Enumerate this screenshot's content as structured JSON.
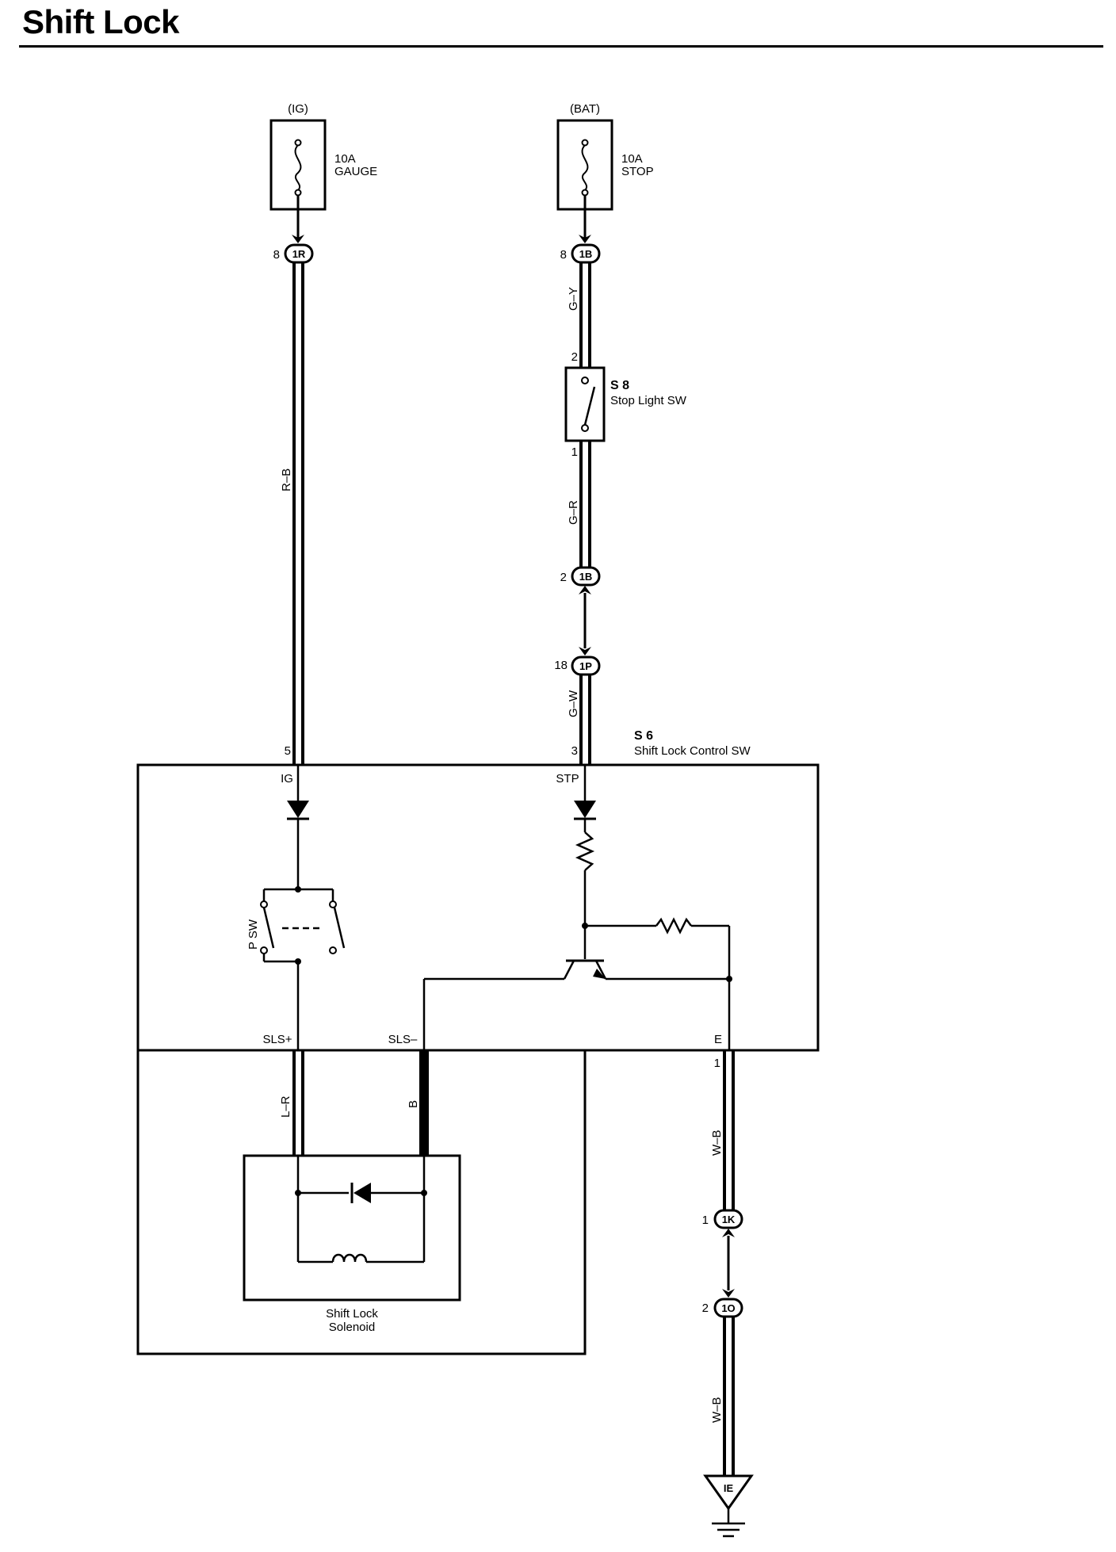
{
  "header": {
    "title": "Shift Lock"
  },
  "fuses": [
    {
      "supply": "(IG)",
      "rating": "10A",
      "name": "GAUGE"
    },
    {
      "supply": "(BAT)",
      "rating": "10A",
      "name": "STOP"
    }
  ],
  "connectors": [
    {
      "pin": "8",
      "code": "1R"
    },
    {
      "pin": "8",
      "code": "1B"
    },
    {
      "pin": "2",
      "code": "1B"
    },
    {
      "pin": "18",
      "code": "1P"
    },
    {
      "pin": "1",
      "code": "1K"
    },
    {
      "pin": "2",
      "code": "1O"
    }
  ],
  "wires": {
    "ig_feed": "R–B",
    "stop_feed": "G–Y",
    "stop_out": "G–R",
    "stp_in": "G–W",
    "sls_plus": "L–R",
    "sls_minus": "B",
    "ground_1": "W–B",
    "ground_2": "W–B"
  },
  "stop_switch": {
    "id": "S 8",
    "name": "Stop Light SW",
    "pin_top": "2",
    "pin_bottom": "1"
  },
  "control_switch": {
    "id": "S 6",
    "name": "Shift Lock Control SW",
    "pin_ig": "5",
    "pin_stp": "3",
    "pin_e": "1",
    "term_ig": "IG",
    "term_stp": "STP",
    "term_sls_plus": "SLS+",
    "term_sls_minus": "SLS–",
    "term_e": "E",
    "p_switch": "P SW"
  },
  "solenoid": {
    "line1": "Shift Lock",
    "line2": "Solenoid"
  },
  "ground": {
    "code": "IE"
  }
}
